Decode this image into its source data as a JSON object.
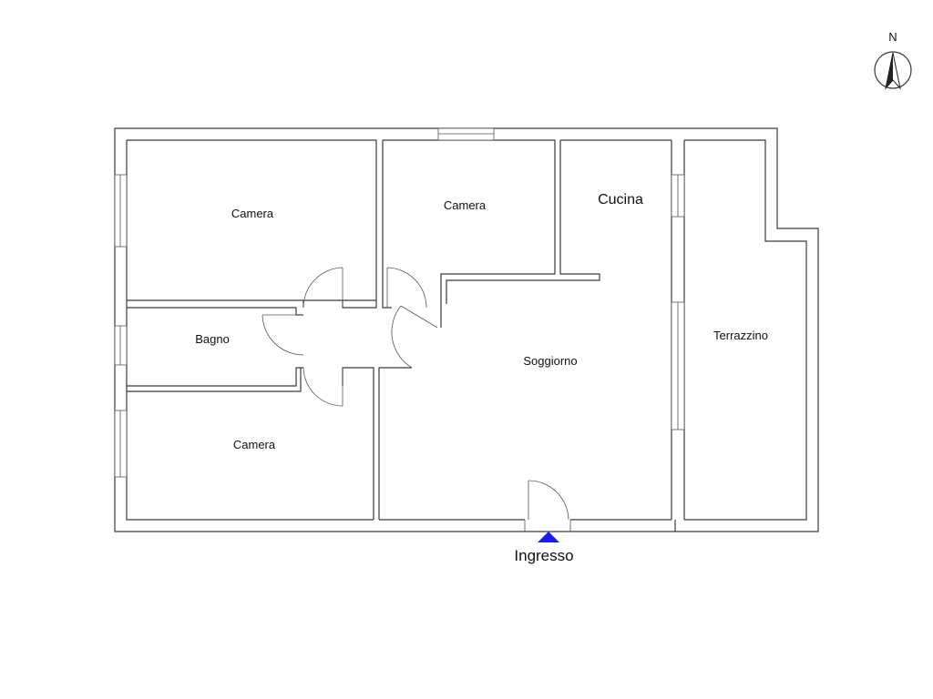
{
  "compass": {
    "label": "N",
    "icon": "north-arrow-icon"
  },
  "rooms": {
    "camera_top_left": "Camera",
    "camera_top_middle": "Camera",
    "cucina": "Cucina",
    "bagno": "Bagno",
    "soggiorno": "Soggiorno",
    "camera_bottom_left": "Camera",
    "terrazzino": "Terrazzino"
  },
  "entrance": {
    "label": "Ingresso",
    "icon": "entrance-arrow-icon",
    "color": "#1a1aff"
  },
  "colors": {
    "walls": "#3a3a3a",
    "background": "#ffffff"
  }
}
